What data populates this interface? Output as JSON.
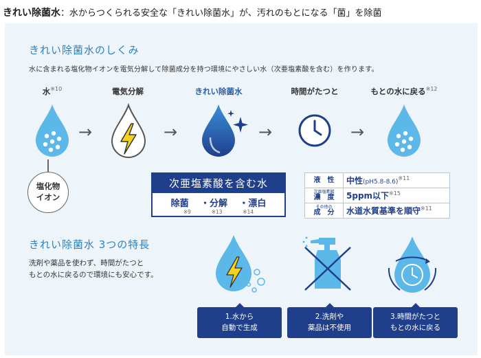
{
  "headline": {
    "title": "きれい除菌水",
    "text": "：水からつくられる安全な「きれい除菌水」が、汚れのもとになる「菌」を除菌"
  },
  "mechanism": {
    "title": "きれい除菌水のしくみ",
    "description": "水に含まれる塩化物イオンを電気分解して除菌成分を持つ環境にやさしい水（次亜塩素酸を含む）を作ります。",
    "steps": [
      {
        "label": "水",
        "note": "※10"
      },
      {
        "label": "電気分解",
        "note": ""
      },
      {
        "label": "きれい除菌水",
        "note": ""
      },
      {
        "label": "時間がたつと",
        "note": ""
      },
      {
        "label": "もとの水に戻る",
        "note": "※12"
      }
    ],
    "arrow": "→",
    "ion_label_1": "塩化物",
    "ion_label_2": "イオン",
    "hypo": {
      "title": "次亜塩素酸を含む水",
      "effects": [
        "除菌",
        "・分解",
        "・漂白"
      ],
      "notes": [
        "※9",
        "※13",
        "※14"
      ]
    },
    "properties": [
      {
        "key": "液　性",
        "key_small": "",
        "value": "中性",
        "value_small": "(pH5.8-8.6)",
        "note": "※11"
      },
      {
        "key": "濃　度",
        "key_small": "次亜塩素酸",
        "value": "5ppm以下",
        "value_small": "",
        "note": "※15"
      },
      {
        "key": "成　分",
        "key_small": "その他の",
        "value": "水道水質基準を順守",
        "value_small": "",
        "note": "※11"
      }
    ]
  },
  "features": {
    "title": "きれい除菌水 3つの特長",
    "description_1": "洗剤や薬品を使わず、時間がたつと",
    "description_2": "もとの水に戻るので環境にも安心です。",
    "items": [
      {
        "line1": "1.水から",
        "line2": "自動で生成"
      },
      {
        "line1": "2.洗剤や",
        "line2": "薬品は不使用"
      },
      {
        "line1": "3.時間がたつと",
        "line2": "もとの水に戻る"
      }
    ]
  },
  "colors": {
    "accent": "#2f80c0",
    "navy": "#1f3f8c",
    "drop_light": "#5bb8e8",
    "bolt": "#f5d21c",
    "panel_bg": "#eef5fa"
  }
}
